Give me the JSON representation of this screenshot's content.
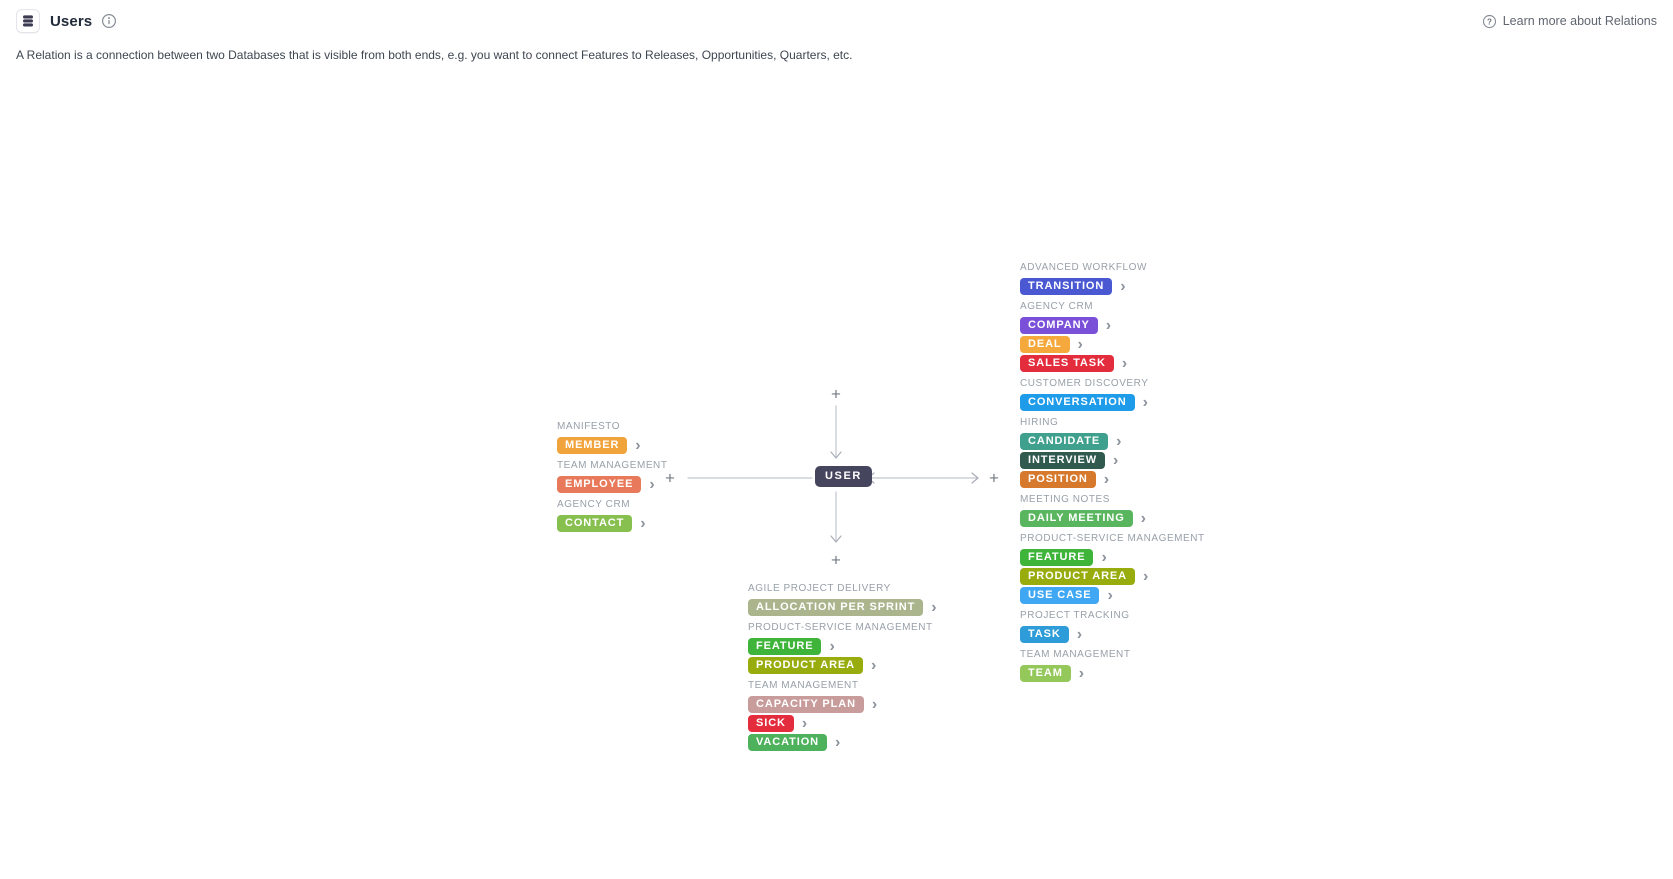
{
  "header": {
    "title": "Users",
    "learn_more_label": "Learn more about Relations",
    "description": "A Relation is a connection between two Databases that is visible from both ends, e.g. you want to connect Features to Releases, Opportunities, Quarters, etc.",
    "icons": {
      "app_icon": "database-icon",
      "title_info": "info-icon",
      "learn_more": "help-circle-icon"
    }
  },
  "diagram": {
    "center_label": "USER",
    "center_color": "#45455E",
    "plus_glyph": "+",
    "line_color": "#C2C6CD",
    "arrow_color": "#A9AEB8",
    "groups": [
      {
        "id": "left",
        "sections": [
          {
            "category": "MANIFESTO",
            "badges": [
              {
                "label": "MEMBER",
                "color": "#F2A43C"
              }
            ]
          },
          {
            "category": "TEAM MANAGEMENT",
            "badges": [
              {
                "label": "EMPLOYEE",
                "color": "#E87A5B"
              }
            ]
          },
          {
            "category": "AGENCY CRM",
            "badges": [
              {
                "label": "CONTACT",
                "color": "#87C04F"
              }
            ]
          }
        ]
      },
      {
        "id": "right",
        "sections": [
          {
            "category": "ADVANCED WORKFLOW",
            "badges": [
              {
                "label": "TRANSITION",
                "color": "#4A58D2"
              }
            ]
          },
          {
            "category": "AGENCY CRM",
            "badges": [
              {
                "label": "COMPANY",
                "color": "#7B50D8"
              },
              {
                "label": "DEAL",
                "color": "#F5A93C"
              },
              {
                "label": "SALES TASK",
                "color": "#E32C3C"
              }
            ]
          },
          {
            "category": "CUSTOMER DISCOVERY",
            "badges": [
              {
                "label": "CONVERSATION",
                "color": "#1E9BE9"
              }
            ]
          },
          {
            "category": "HIRING",
            "badges": [
              {
                "label": "CANDIDATE",
                "color": "#3FA08D"
              },
              {
                "label": "INTERVIEW",
                "color": "#2F5A4D"
              },
              {
                "label": "POSITION",
                "color": "#D7792D"
              }
            ]
          },
          {
            "category": "MEETING NOTES",
            "badges": [
              {
                "label": "DAILY MEETING",
                "color": "#5AB55F"
              }
            ]
          },
          {
            "category": "PRODUCT-SERVICE MANAGEMENT",
            "badges": [
              {
                "label": "FEATURE",
                "color": "#3EB43A"
              },
              {
                "label": "PRODUCT AREA",
                "color": "#98AC0E"
              },
              {
                "label": "USE CASE",
                "color": "#3FA7F3"
              }
            ]
          },
          {
            "category": "PROJECT TRACKING",
            "badges": [
              {
                "label": "TASK",
                "color": "#2E9CD8"
              }
            ]
          },
          {
            "category": "TEAM MANAGEMENT",
            "badges": [
              {
                "label": "TEAM",
                "color": "#95C85B"
              }
            ]
          }
        ]
      },
      {
        "id": "bottom",
        "sections": [
          {
            "category": "AGILE PROJECT DELIVERY",
            "badges": [
              {
                "label": "ALLOCATION PER SPRINT",
                "color": "#AAB58E"
              }
            ]
          },
          {
            "category": "PRODUCT-SERVICE MANAGEMENT",
            "badges": [
              {
                "label": "FEATURE",
                "color": "#3EB43A"
              },
              {
                "label": "PRODUCT AREA",
                "color": "#98AC0E"
              }
            ]
          },
          {
            "category": "TEAM MANAGEMENT",
            "badges": [
              {
                "label": "CAPACITY PLAN",
                "color": "#C99C9C"
              },
              {
                "label": "SICK",
                "color": "#E32C3C"
              },
              {
                "label": "VACATION",
                "color": "#4EB25D"
              }
            ]
          }
        ]
      }
    ]
  }
}
